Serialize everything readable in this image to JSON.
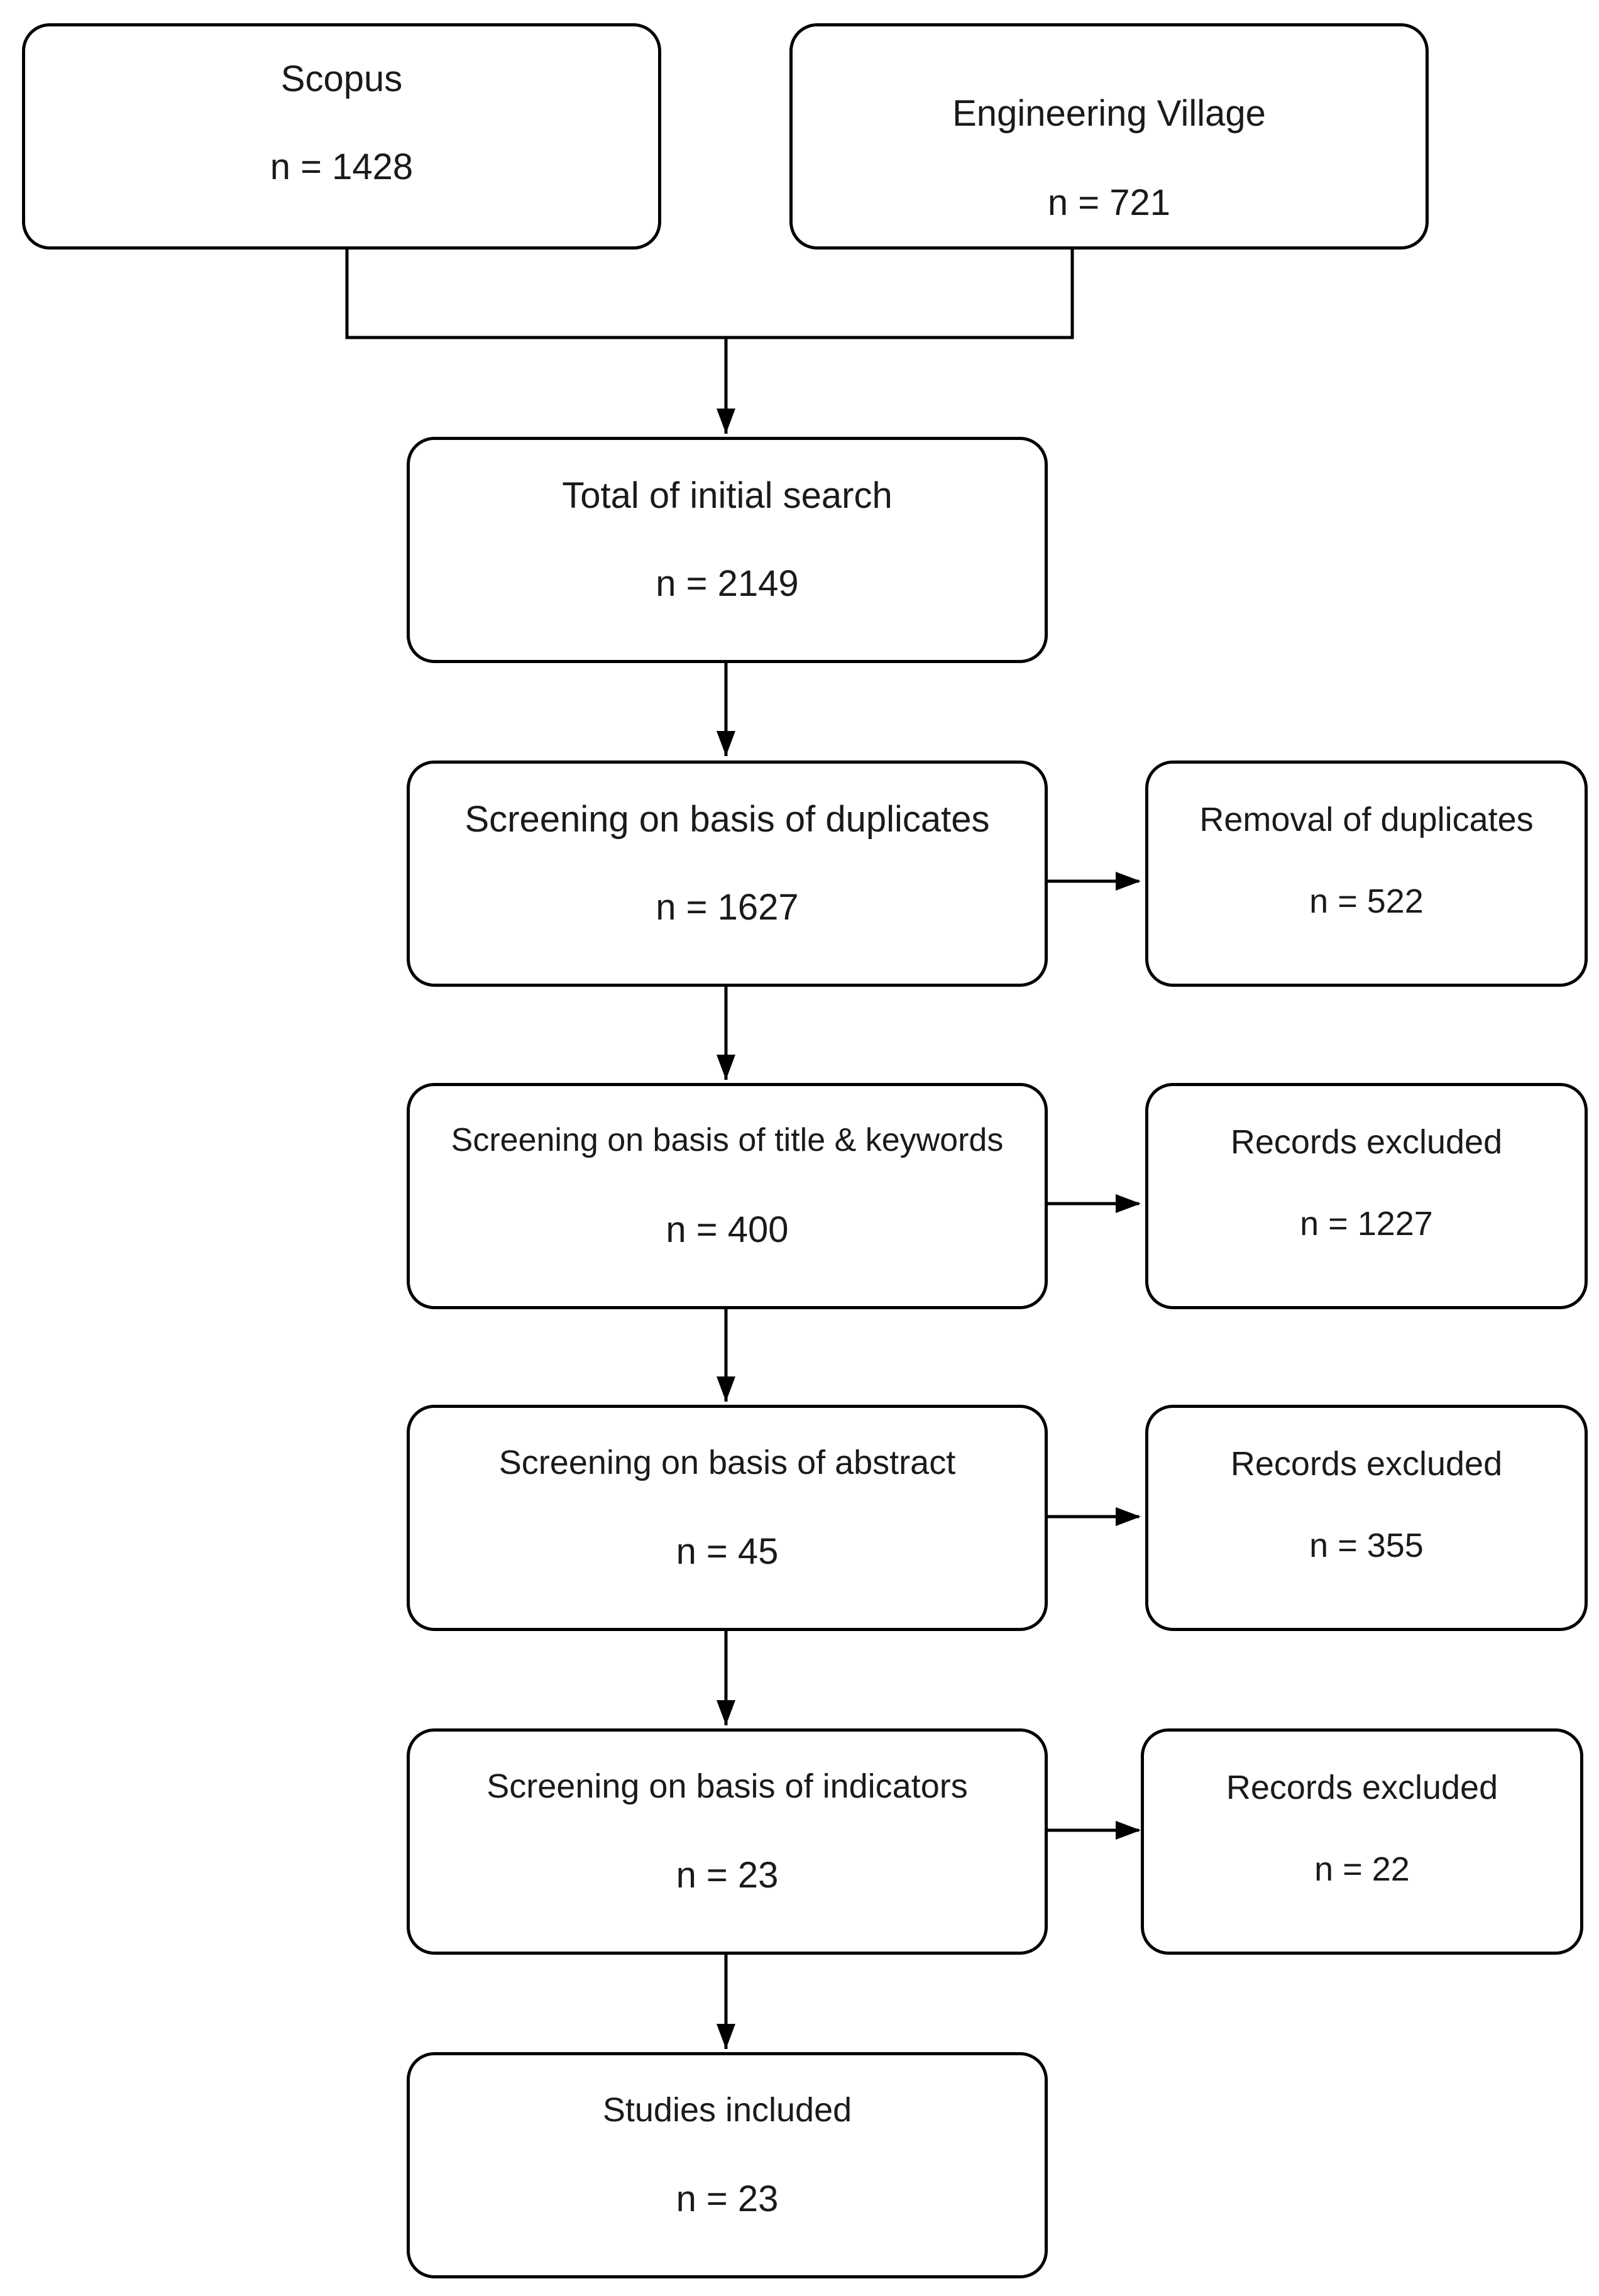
{
  "sources": [
    {
      "title": "Scopus",
      "count": "n = 1428"
    },
    {
      "title": "Engineering Village",
      "count": "n = 721"
    }
  ],
  "stages": [
    {
      "title": "Total of initial search",
      "count": "n = 2149"
    },
    {
      "title": "Screening on basis of duplicates",
      "count": "n = 1627"
    },
    {
      "title": "Screening on basis of title & keywords",
      "count": "n = 400"
    },
    {
      "title": "Screening on basis of abstract",
      "count": "n = 45"
    },
    {
      "title": "Screening on basis of indicators",
      "count": "n = 23"
    },
    {
      "title": "Studies included",
      "count": "n = 23"
    }
  ],
  "exclusions": [
    {
      "title": "Removal of duplicates",
      "count": "n = 522"
    },
    {
      "title": "Records excluded",
      "count": "n = 1227"
    },
    {
      "title": "Records excluded",
      "count": "n = 355"
    },
    {
      "title": "Records excluded",
      "count": "n = 22"
    }
  ]
}
